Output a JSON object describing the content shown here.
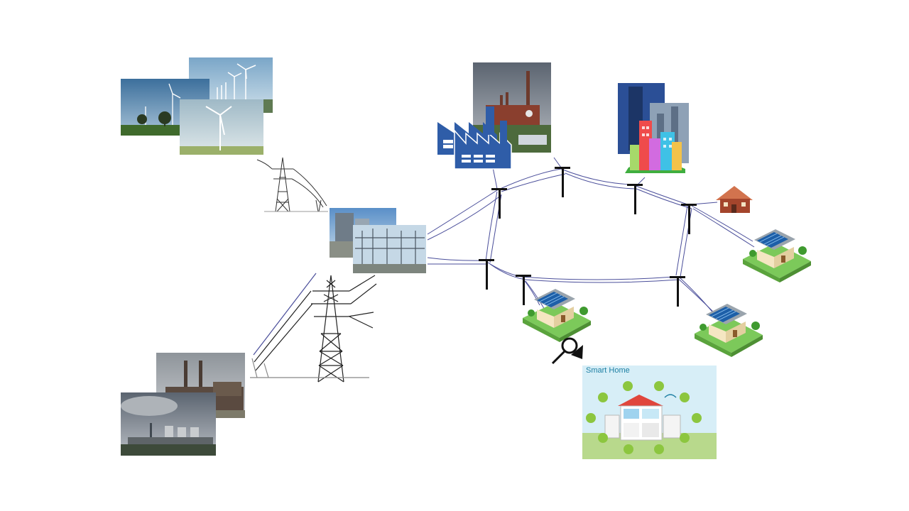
{
  "smart_home": {
    "title": "Smart Home"
  },
  "colors": {
    "line": "#4a4e9a",
    "factory": "#2f5da8",
    "grass": "#7cc95a",
    "sky": "#d7eef7",
    "tower": "#222222"
  },
  "icons": [
    "wind-turbines-photo",
    "power-plant-photo",
    "substation-photo",
    "factory-icon",
    "city-buildings-icon",
    "house-icon",
    "solar-house-icon",
    "magnifier-icon",
    "smart-home-panel",
    "utility-pole-icon",
    "transmission-tower-icon"
  ]
}
